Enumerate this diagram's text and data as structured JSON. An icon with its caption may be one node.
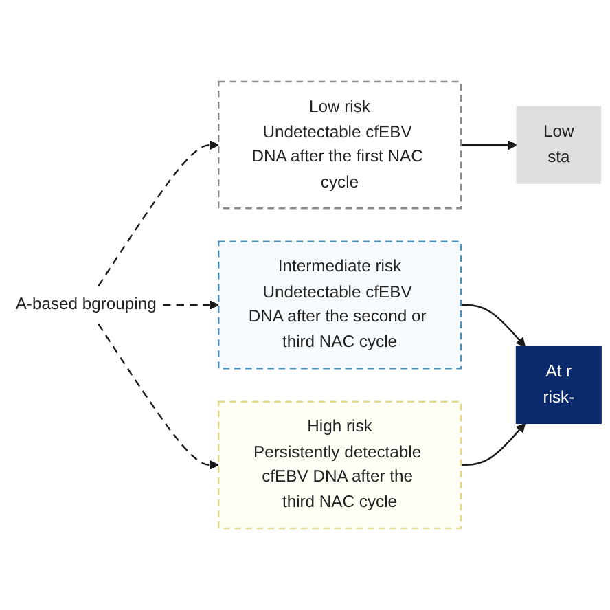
{
  "diagram": {
    "nodes": [
      {
        "text": [
          "A-based bgrouping"
        ]
      },
      {
        "text": [
          "Low risk",
          "Undetectable cfEBV DNA after the first NAC cycle"
        ]
      },
      {
        "text": [
          "Low",
          "sta"
        ]
      },
      {
        "text": [
          "Intermediate risk",
          "Undetectable cfEBV DNA after the second or third NAC cycle"
        ]
      },
      {
        "text": [
          "High risk",
          "Persistently detectable cfEBV DNA after the third NAC cycle"
        ]
      },
      {
        "text": [
          "At r",
          "risk-"
        ]
      }
    ],
    "edges": [
      {
        "from": 0,
        "to": 1,
        "arrow": "to",
        "style": "dashed"
      },
      {
        "from": 0,
        "to": 3,
        "arrow": "to",
        "style": "dashed"
      },
      {
        "from": 0,
        "to": 4,
        "arrow": "to",
        "style": "dashed"
      },
      {
        "from": 1,
        "to": 2,
        "arrow": "to"
      },
      {
        "from": 3,
        "to": 5,
        "arrow": "to"
      },
      {
        "from": 4,
        "to": 5,
        "arrow": "to"
      }
    ]
  }
}
